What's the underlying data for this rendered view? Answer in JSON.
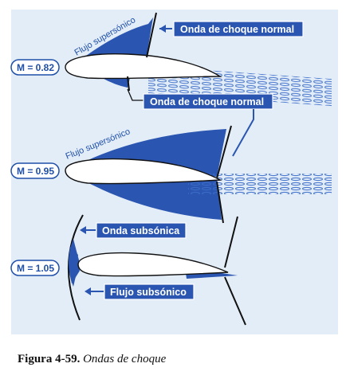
{
  "figure": {
    "caption_number": "Figura 4-59.",
    "caption_text": "Ondas de choque"
  },
  "panels": [
    {
      "mach_label": "M = 0.82",
      "flow_label": "Flujo supersónico",
      "callouts": [
        "Onda de choque normal",
        "Onda de choque normal"
      ]
    },
    {
      "mach_label": "M = 0.95",
      "flow_label": "Flujo supersónico"
    },
    {
      "mach_label": "M = 1.05",
      "callouts": [
        "Onda subsónica",
        "Flujo subsónico"
      ]
    }
  ],
  "colors": {
    "shock_blue": "#2a55b0",
    "panel_bg": "#e3edf8",
    "label_box": "#2a55b0"
  }
}
